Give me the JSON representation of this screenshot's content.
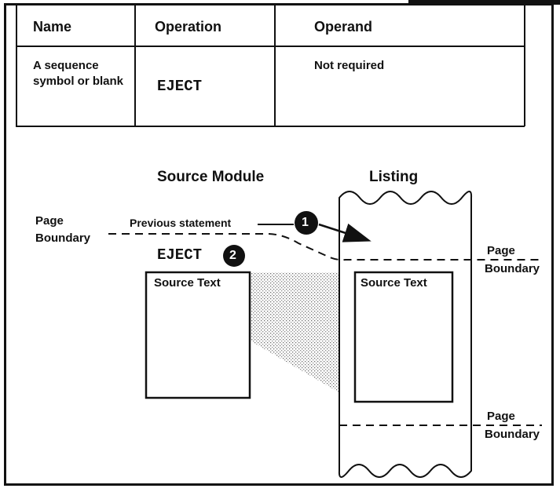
{
  "table": {
    "headers": {
      "name": "Name",
      "operation": "Operation",
      "operand": "Operand"
    },
    "row": {
      "name": "A sequence symbol or blank",
      "operation": "EJECT",
      "operand": "Not required"
    }
  },
  "diagram": {
    "source_title": "Source Module",
    "listing_title": "Listing",
    "page_label_1": "Page",
    "boundary_label_1": "Boundary",
    "previous_statement": "Previous statement",
    "callout_1": "1",
    "eject": "EJECT",
    "callout_2": "2",
    "source_text_left": "Source Text",
    "source_text_right": "Source Text",
    "page_label_2": "Page",
    "boundary_label_2": "Boundary",
    "page_label_3": "Page",
    "boundary_label_3": "Boundary"
  }
}
